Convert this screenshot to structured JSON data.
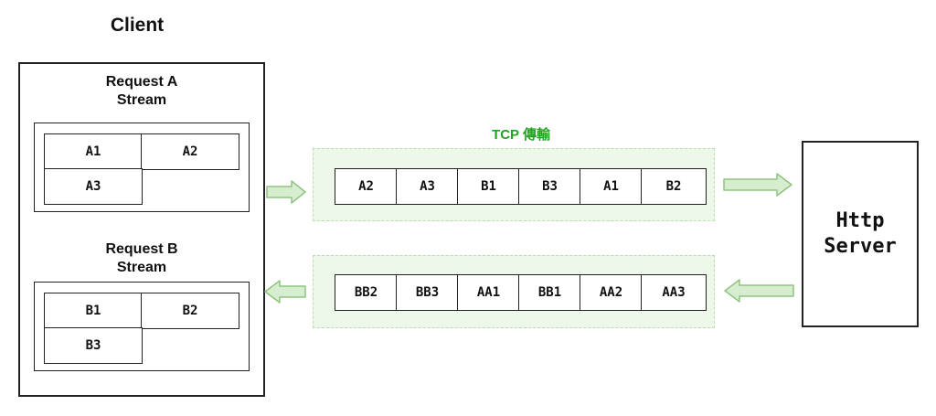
{
  "client": {
    "title": "Client",
    "request_a": {
      "title_line1": "Request A",
      "title_line2": "Stream",
      "cells": [
        "A1",
        "A2",
        "A3"
      ]
    },
    "request_b": {
      "title_line1": "Request B",
      "title_line2": "Stream",
      "cells": [
        "B1",
        "B2",
        "B3"
      ]
    }
  },
  "tcp": {
    "label": "TCP 傳輸",
    "upstream": [
      "A2",
      "A3",
      "B1",
      "B3",
      "A1",
      "B2"
    ],
    "downstream": [
      "BB2",
      "BB3",
      "AA1",
      "BB1",
      "AA2",
      "AA3"
    ]
  },
  "server": {
    "line1": "Http",
    "line2": "Server"
  },
  "colors": {
    "tcp_label": "#22a322",
    "tcp_band": "#edf7ea",
    "arrow_fill": "#d7edcf",
    "arrow_stroke": "#8fc482"
  }
}
